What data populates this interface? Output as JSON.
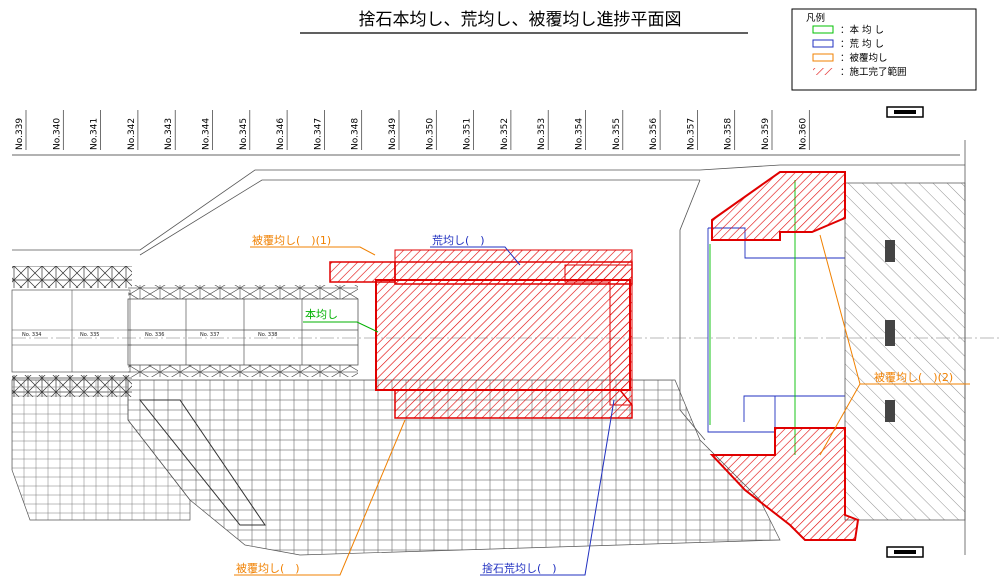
{
  "title": "捨石本均し、荒均し、被覆均し進捗平面図",
  "legend": {
    "heading": "凡例",
    "items": [
      {
        "label": "：本 均 し",
        "color": "#00c000",
        "style": "outline"
      },
      {
        "label": "：荒 均 し",
        "color": "#2030c0",
        "style": "outline"
      },
      {
        "label": "：被覆均し",
        "color": "#f08000",
        "style": "outline"
      },
      {
        "label": "：施工完了範囲",
        "color": "#e00000",
        "style": "hatch"
      }
    ]
  },
  "stations": [
    "No.339",
    "No.340",
    "No.341",
    "No.342",
    "No.343",
    "No.344",
    "No.345",
    "No.346",
    "No.347",
    "No.348",
    "No.349",
    "No.350",
    "No.351",
    "No.352",
    "No.353",
    "No.354",
    "No.355",
    "No.356",
    "No.357",
    "No.358",
    "No.359",
    "No.360"
  ],
  "callouts": {
    "hifuku1": {
      "text": "被覆均し(　)(1)",
      "color": "#f08000"
    },
    "ara": {
      "text": "荒均し(　)",
      "color": "#2030c0"
    },
    "hon": {
      "text": "本均し",
      "color": "#00b000"
    },
    "hifuku2": {
      "text": "被覆均し(　)(2)",
      "color": "#f08000"
    },
    "hifuku": {
      "text": "被覆均し(　)",
      "color": "#f08000"
    },
    "sutecara": {
      "text": "捨石荒均し(　)",
      "color": "#2030c0"
    }
  },
  "colors": {
    "completed": "#e00000",
    "line": "#333333"
  }
}
